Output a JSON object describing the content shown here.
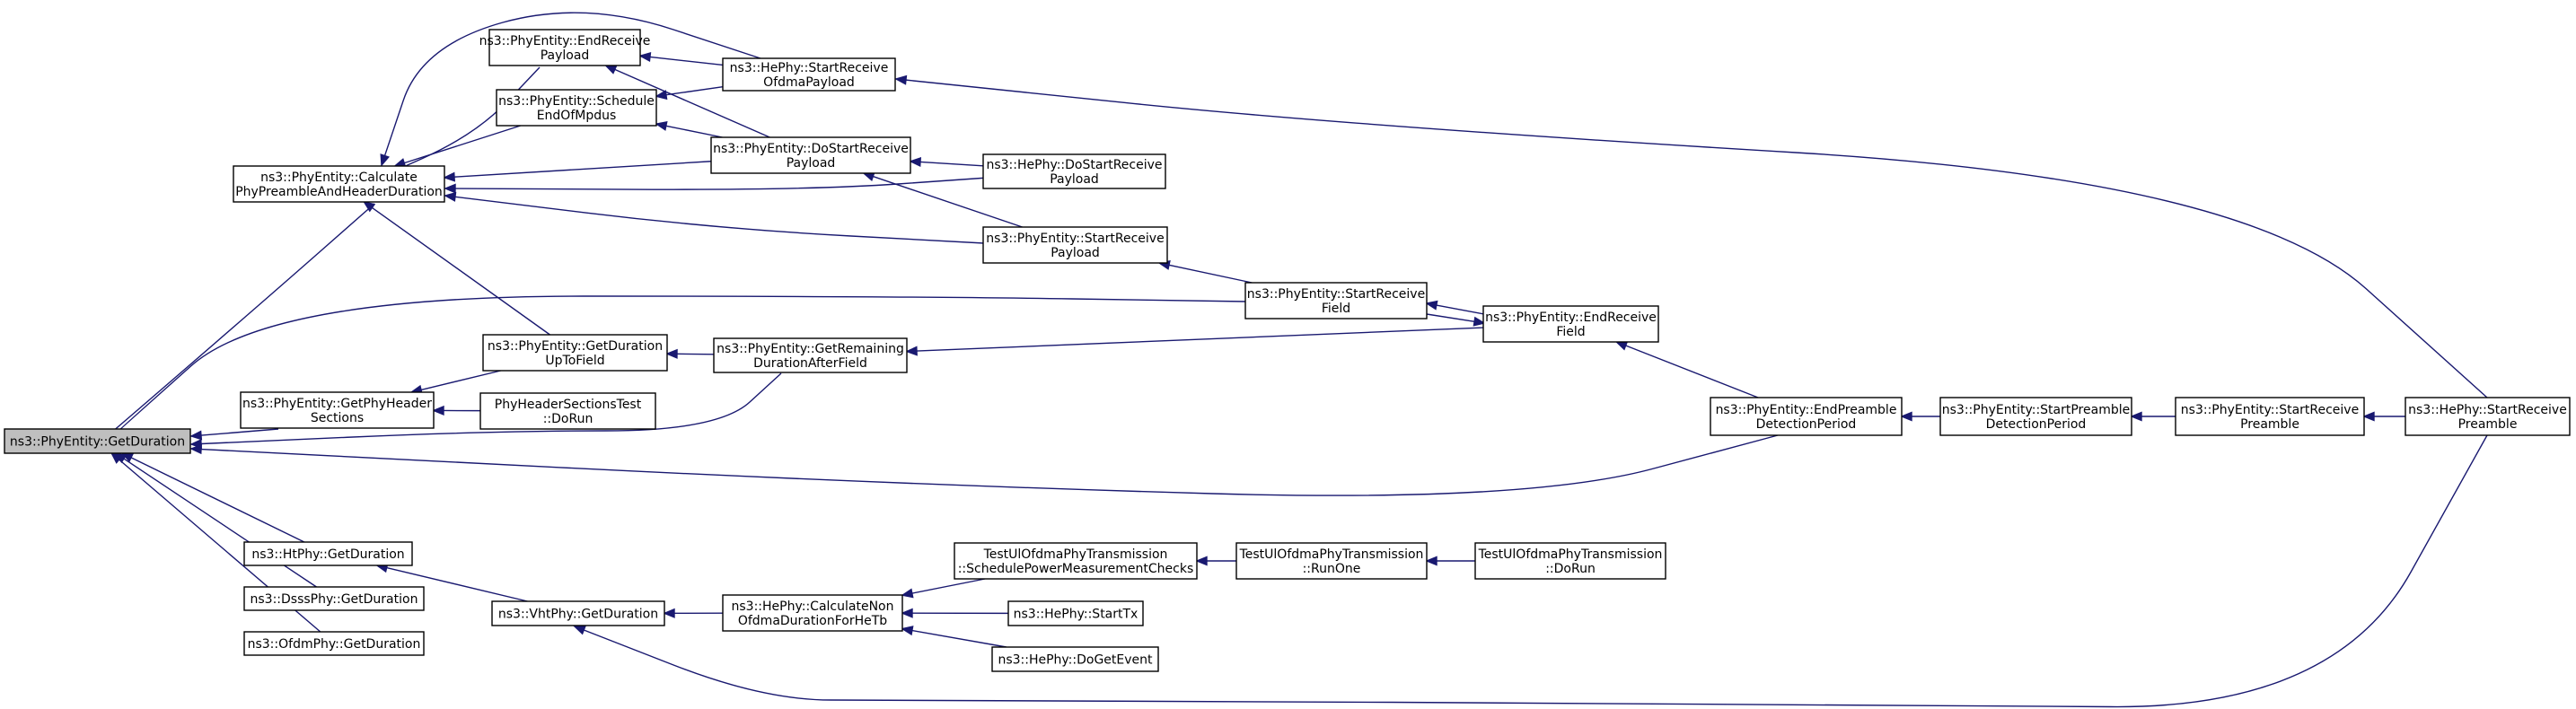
{
  "graph": {
    "root": "getduration",
    "colors": {
      "edge": "#191970",
      "node_border": "#000000",
      "node_fill": "#ffffff",
      "root_fill": "#bfbfbf"
    },
    "nodes": [
      {
        "id": "getduration",
        "lines": [
          "ns3::PhyEntity::GetDuration"
        ]
      },
      {
        "id": "calcpreamble",
        "lines": [
          "ns3::PhyEntity::Calculate",
          "PhyPreambleAndHeaderDuration"
        ]
      },
      {
        "id": "endrecvpayload",
        "lines": [
          "ns3::PhyEntity::EndReceive",
          "Payload"
        ]
      },
      {
        "id": "scheduleend",
        "lines": [
          "ns3::PhyEntity::Schedule",
          "EndOfMpdus"
        ]
      },
      {
        "id": "hestartofdma",
        "lines": [
          "ns3::HePhy::StartReceive",
          "OfdmaPayload"
        ]
      },
      {
        "id": "dostartrecv",
        "lines": [
          "ns3::PhyEntity::DoStartReceive",
          "Payload"
        ]
      },
      {
        "id": "hedostartrecv",
        "lines": [
          "ns3::HePhy::DoStartReceive",
          "Payload"
        ]
      },
      {
        "id": "startrecvpayload",
        "lines": [
          "ns3::PhyEntity::StartReceive",
          "Payload"
        ]
      },
      {
        "id": "startrecvfield",
        "lines": [
          "ns3::PhyEntity::StartReceive",
          "Field"
        ]
      },
      {
        "id": "endrecvfield",
        "lines": [
          "ns3::PhyEntity::EndReceive",
          "Field"
        ]
      },
      {
        "id": "getduptofield",
        "lines": [
          "ns3::PhyEntity::GetDuration",
          "UpToField"
        ]
      },
      {
        "id": "getremaining",
        "lines": [
          "ns3::PhyEntity::GetRemaining",
          "DurationAfterField"
        ]
      },
      {
        "id": "gethdrsections",
        "lines": [
          "ns3::PhyEntity::GetPhyHeader",
          "Sections"
        ]
      },
      {
        "id": "hdrsectionstest",
        "lines": [
          "PhyHeaderSectionsTest",
          "::DoRun"
        ]
      },
      {
        "id": "endpreamble",
        "lines": [
          "ns3::PhyEntity::EndPreamble",
          "DetectionPeriod"
        ]
      },
      {
        "id": "startpreambledet",
        "lines": [
          "ns3::PhyEntity::StartPreamble",
          "DetectionPeriod"
        ]
      },
      {
        "id": "startrecvpreamble",
        "lines": [
          "ns3::PhyEntity::StartReceive",
          "Preamble"
        ]
      },
      {
        "id": "hestartrecvpreamble",
        "lines": [
          "ns3::HePhy::StartReceive",
          "Preamble"
        ]
      },
      {
        "id": "htgetduration",
        "lines": [
          "ns3::HtPhy::GetDuration"
        ]
      },
      {
        "id": "dsssgetduration",
        "lines": [
          "ns3::DsssPhy::GetDuration"
        ]
      },
      {
        "id": "ofdmgetduration",
        "lines": [
          "ns3::OfdmPhy::GetDuration"
        ]
      },
      {
        "id": "vhtgetduration",
        "lines": [
          "ns3::VhtPhy::GetDuration"
        ]
      },
      {
        "id": "hecalcnonofdma",
        "lines": [
          "ns3::HePhy::CalculateNon",
          "OfdmaDurationForHeTb"
        ]
      },
      {
        "id": "testschedule",
        "lines": [
          "TestUlOfdmaPhyTransmission",
          "::SchedulePowerMeasurementChecks"
        ]
      },
      {
        "id": "testrunone",
        "lines": [
          "TestUlOfdmaPhyTransmission",
          "::RunOne"
        ]
      },
      {
        "id": "testdorun",
        "lines": [
          "TestUlOfdmaPhyTransmission",
          "::DoRun"
        ]
      },
      {
        "id": "hestarttx",
        "lines": [
          "ns3::HePhy::StartTx"
        ]
      },
      {
        "id": "hedogetevent",
        "lines": [
          "ns3::HePhy::DoGetEvent"
        ]
      }
    ],
    "edges": [
      {
        "from": "calcpreamble",
        "to": "getduration"
      },
      {
        "from": "endrecvpayload",
        "to": "calcpreamble"
      },
      {
        "from": "scheduleend",
        "to": "calcpreamble"
      },
      {
        "from": "hestartofdma",
        "to": "calcpreamble"
      },
      {
        "from": "dostartrecv",
        "to": "calcpreamble"
      },
      {
        "from": "hedostartrecv",
        "to": "calcpreamble"
      },
      {
        "from": "startrecvpayload",
        "to": "calcpreamble"
      },
      {
        "from": "getduptofield",
        "to": "calcpreamble"
      },
      {
        "from": "hestartofdma",
        "to": "endrecvpayload"
      },
      {
        "from": "dostartrecv",
        "to": "endrecvpayload"
      },
      {
        "from": "hestartofdma",
        "to": "scheduleend"
      },
      {
        "from": "dostartrecv",
        "to": "scheduleend"
      },
      {
        "from": "hestartrecvpreamble",
        "to": "hestartofdma"
      },
      {
        "from": "hedostartrecv",
        "to": "dostartrecv"
      },
      {
        "from": "startrecvpayload",
        "to": "dostartrecv"
      },
      {
        "from": "startrecvfield",
        "to": "startrecvpayload"
      },
      {
        "from": "endrecvfield",
        "to": "startrecvfield"
      },
      {
        "from": "startrecvfield",
        "to": "endrecvfield"
      },
      {
        "from": "endpreamble",
        "to": "endrecvfield"
      },
      {
        "from": "endrecvfield",
        "to": "getremaining"
      },
      {
        "from": "getremaining",
        "to": "getduptofield"
      },
      {
        "from": "getduptofield",
        "to": "gethdrsections"
      },
      {
        "from": "hdrsectionstest",
        "to": "gethdrsections"
      },
      {
        "from": "startpreambledet",
        "to": "endpreamble"
      },
      {
        "from": "startrecvpreamble",
        "to": "startpreambledet"
      },
      {
        "from": "hestartrecvpreamble",
        "to": "startrecvpreamble"
      },
      {
        "from": "startrecvfield",
        "to": "getduration"
      },
      {
        "from": "gethdrsections",
        "to": "getduration"
      },
      {
        "from": "getremaining",
        "to": "getduration"
      },
      {
        "from": "endpreamble",
        "to": "getduration"
      },
      {
        "from": "htgetduration",
        "to": "getduration"
      },
      {
        "from": "dsssgetduration",
        "to": "getduration"
      },
      {
        "from": "ofdmgetduration",
        "to": "getduration"
      },
      {
        "from": "vhtgetduration",
        "to": "htgetduration"
      },
      {
        "from": "hecalcnonofdma",
        "to": "vhtgetduration"
      },
      {
        "from": "hestartrecvpreamble",
        "to": "vhtgetduration"
      },
      {
        "from": "testschedule",
        "to": "hecalcnonofdma"
      },
      {
        "from": "hestarttx",
        "to": "hecalcnonofdma"
      },
      {
        "from": "hedogetevent",
        "to": "hecalcnonofdma"
      },
      {
        "from": "testrunone",
        "to": "testschedule"
      },
      {
        "from": "testdorun",
        "to": "testrunone"
      }
    ]
  }
}
